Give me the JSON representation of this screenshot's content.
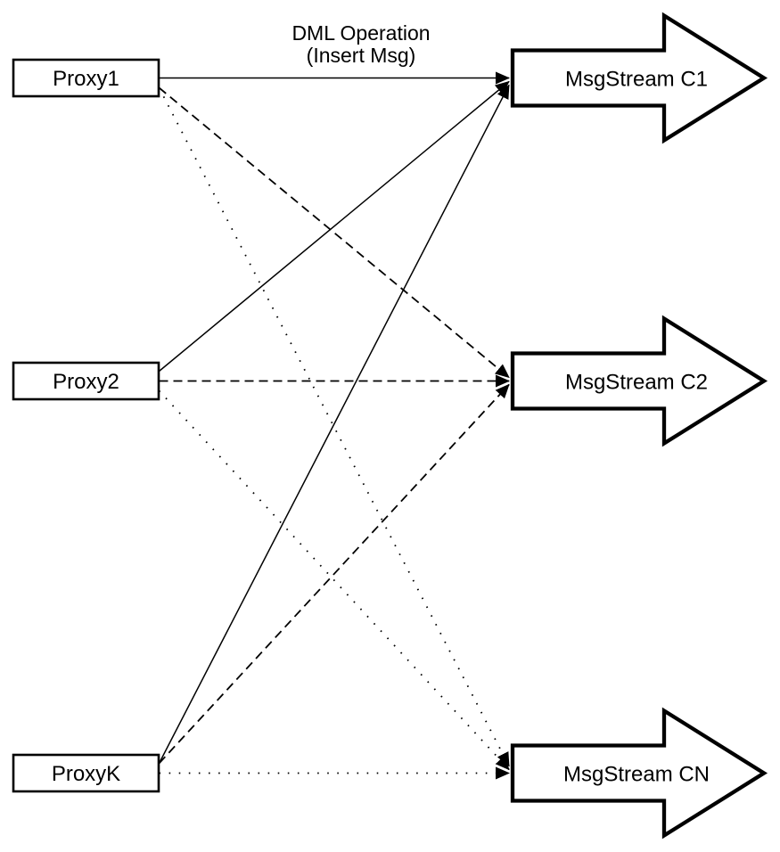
{
  "diagram": {
    "operation_label": {
      "line1": "DML Operation",
      "line2": "(Insert Msg)"
    },
    "proxies": [
      {
        "id": "proxy1",
        "label": "Proxy1"
      },
      {
        "id": "proxy2",
        "label": "Proxy2"
      },
      {
        "id": "proxyk",
        "label": "ProxyK"
      }
    ],
    "streams": [
      {
        "id": "c1",
        "label": "MsgStream C1"
      },
      {
        "id": "c2",
        "label": "MsgStream C2"
      },
      {
        "id": "cn",
        "label": "MsgStream CN"
      }
    ],
    "edges": [
      {
        "from": "proxy1",
        "to": "c1",
        "style": "solid"
      },
      {
        "from": "proxy1",
        "to": "c2",
        "style": "dashed"
      },
      {
        "from": "proxy1",
        "to": "cn",
        "style": "dotted"
      },
      {
        "from": "proxy2",
        "to": "c1",
        "style": "solid"
      },
      {
        "from": "proxy2",
        "to": "c2",
        "style": "dashed"
      },
      {
        "from": "proxy2",
        "to": "cn",
        "style": "dotted"
      },
      {
        "from": "proxyk",
        "to": "c1",
        "style": "solid"
      },
      {
        "from": "proxyk",
        "to": "c2",
        "style": "dashed"
      },
      {
        "from": "proxyk",
        "to": "cn",
        "style": "dotted"
      }
    ],
    "colors": {
      "line": "#000000",
      "shape_fill": "#ffffff",
      "background": "#ffffff"
    }
  }
}
